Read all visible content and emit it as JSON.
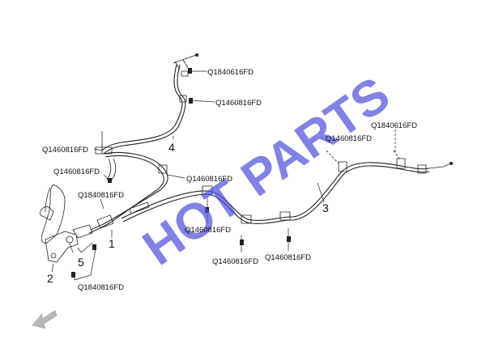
{
  "parts": {
    "p1": "1",
    "p2": "2",
    "p3": "3",
    "p4": "4",
    "p5": "5"
  },
  "codes": {
    "c_top_4": "Q1840616FD",
    "c_top_4b": "Q1460816FD",
    "c_left_a": "Q1460816FD",
    "c_left_b": "Q1460816FD",
    "c_left_c": "Q1840816FD",
    "c_mid_a": "Q1460816FD",
    "c_mid_b": "Q1460816FD",
    "c_right_a": "Q1840616FD",
    "c_right_b": "Q1460816FD",
    "c_bot_a": "Q1460816FD",
    "c_bot_b": "Q1460816FD",
    "c_bot_left": "Q1840816FD"
  },
  "watermark": {
    "text": "HOT PARTS",
    "color": "#4a4fd8"
  },
  "colors": {
    "line": "#222222",
    "background": "#ffffff"
  },
  "icons": {
    "nav": "back-arrow-icon"
  }
}
